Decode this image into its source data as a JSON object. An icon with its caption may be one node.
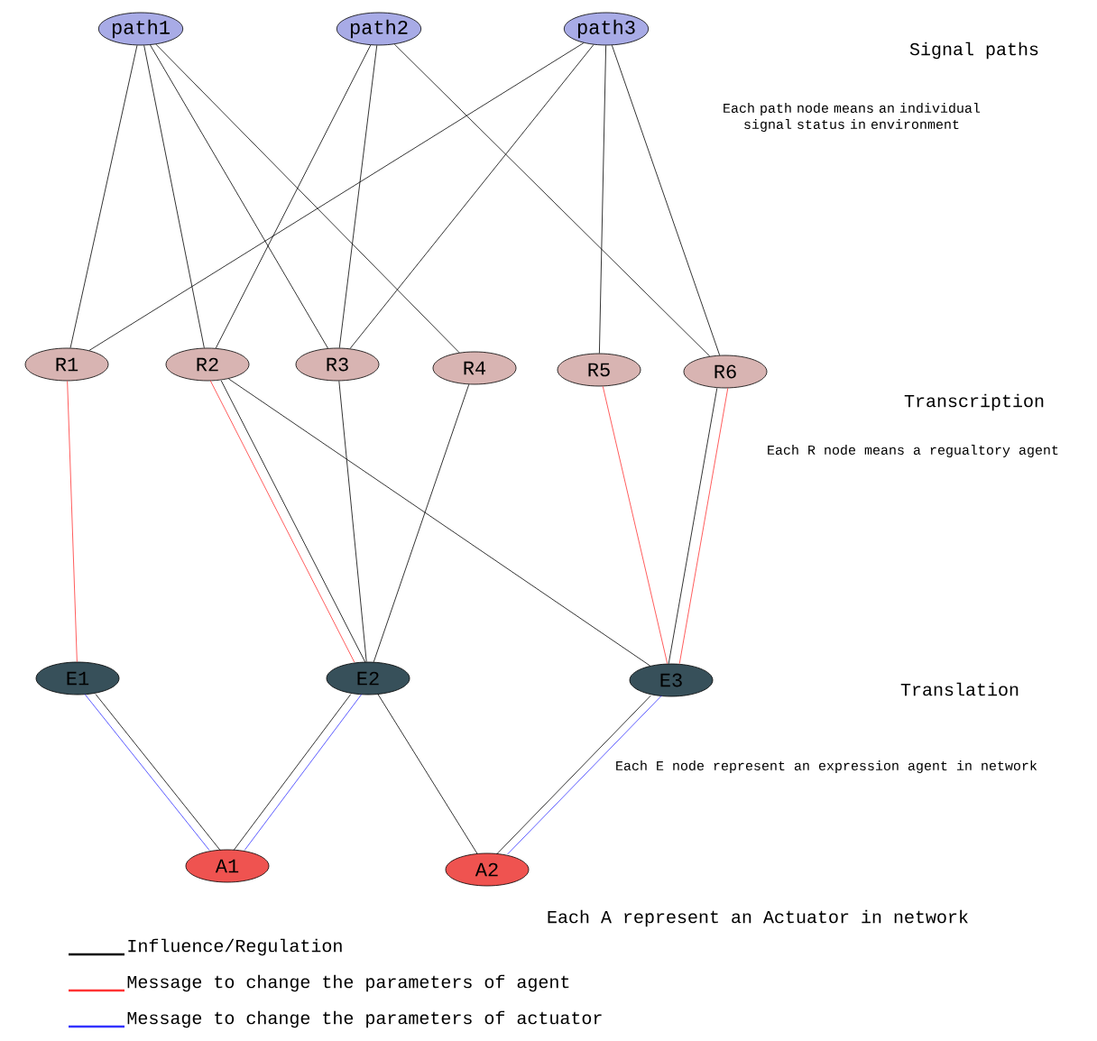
{
  "diagram": {
    "nodes": [
      {
        "text": [
          "path1"
        ]
      },
      {
        "text": [
          "path2"
        ]
      },
      {
        "text": [
          "path3"
        ]
      },
      {
        "text": [
          "R1"
        ]
      },
      {
        "text": [
          "R2"
        ]
      },
      {
        "text": [
          "R3"
        ]
      },
      {
        "text": [
          "R4"
        ]
      },
      {
        "text": [
          "R5"
        ]
      },
      {
        "text": [
          "R6"
        ]
      },
      {
        "text": [
          "E1"
        ]
      },
      {
        "text": [
          "E2"
        ]
      },
      {
        "text": [
          "E3"
        ]
      },
      {
        "text": [
          "A1"
        ]
      },
      {
        "text": [
          "A2"
        ]
      }
    ],
    "edges": [
      {
        "from": 0,
        "to": 3,
        "arrow": "none"
      },
      {
        "from": 0,
        "to": 4,
        "arrow": "none"
      },
      {
        "from": 0,
        "to": 5,
        "arrow": "none"
      },
      {
        "from": 0,
        "to": 6,
        "arrow": "none"
      },
      {
        "from": 1,
        "to": 4,
        "arrow": "none"
      },
      {
        "from": 1,
        "to": 5,
        "arrow": "none"
      },
      {
        "from": 1,
        "to": 8,
        "arrow": "none"
      },
      {
        "from": 2,
        "to": 3,
        "arrow": "none"
      },
      {
        "from": 2,
        "to": 5,
        "arrow": "none"
      },
      {
        "from": 2,
        "to": 7,
        "arrow": "none"
      },
      {
        "from": 2,
        "to": 8,
        "arrow": "none"
      },
      {
        "from": 3,
        "to": 9,
        "arrow": "none",
        "color": "#ff3333"
      },
      {
        "from": 4,
        "to": 10,
        "arrow": "none",
        "color": "#ff3333"
      },
      {
        "from": 4,
        "to": 10,
        "arrow": "none"
      },
      {
        "from": 4,
        "to": 11,
        "arrow": "none"
      },
      {
        "from": 5,
        "to": 10,
        "arrow": "none"
      },
      {
        "from": 6,
        "to": 10,
        "arrow": "none"
      },
      {
        "from": 7,
        "to": 11,
        "arrow": "none",
        "color": "#ff3333"
      },
      {
        "from": 8,
        "to": 11,
        "arrow": "none"
      },
      {
        "from": 8,
        "to": 11,
        "arrow": "none",
        "color": "#ff3333"
      },
      {
        "from": 9,
        "to": 12,
        "arrow": "none",
        "color": "#3333ff"
      },
      {
        "from": 9,
        "to": 12,
        "arrow": "none"
      },
      {
        "from": 10,
        "to": 12,
        "arrow": "none"
      },
      {
        "from": 10,
        "to": 12,
        "arrow": "none",
        "color": "#3333ff"
      },
      {
        "from": 10,
        "to": 13,
        "arrow": "none"
      },
      {
        "from": 11,
        "to": 13,
        "arrow": "none"
      },
      {
        "from": 11,
        "to": 13,
        "arrow": "none",
        "color": "#3333ff"
      }
    ],
    "labels": [
      "Signal paths",
      "Each path node means an individual signal status in environment",
      "Transcription",
      "Each R node means a regualtory agent",
      "Translation",
      "Each E node represent an expression agent in network",
      "Each A represent an Actuator in network"
    ],
    "legend": [
      {
        "text": "Influence/Regulation",
        "color": "#000000"
      },
      {
        "text": "Message to change the parameters of agent",
        "color": "#ff3333"
      },
      {
        "text": "Message to change the parameters of actuator",
        "color": "#3333ff"
      }
    ]
  }
}
